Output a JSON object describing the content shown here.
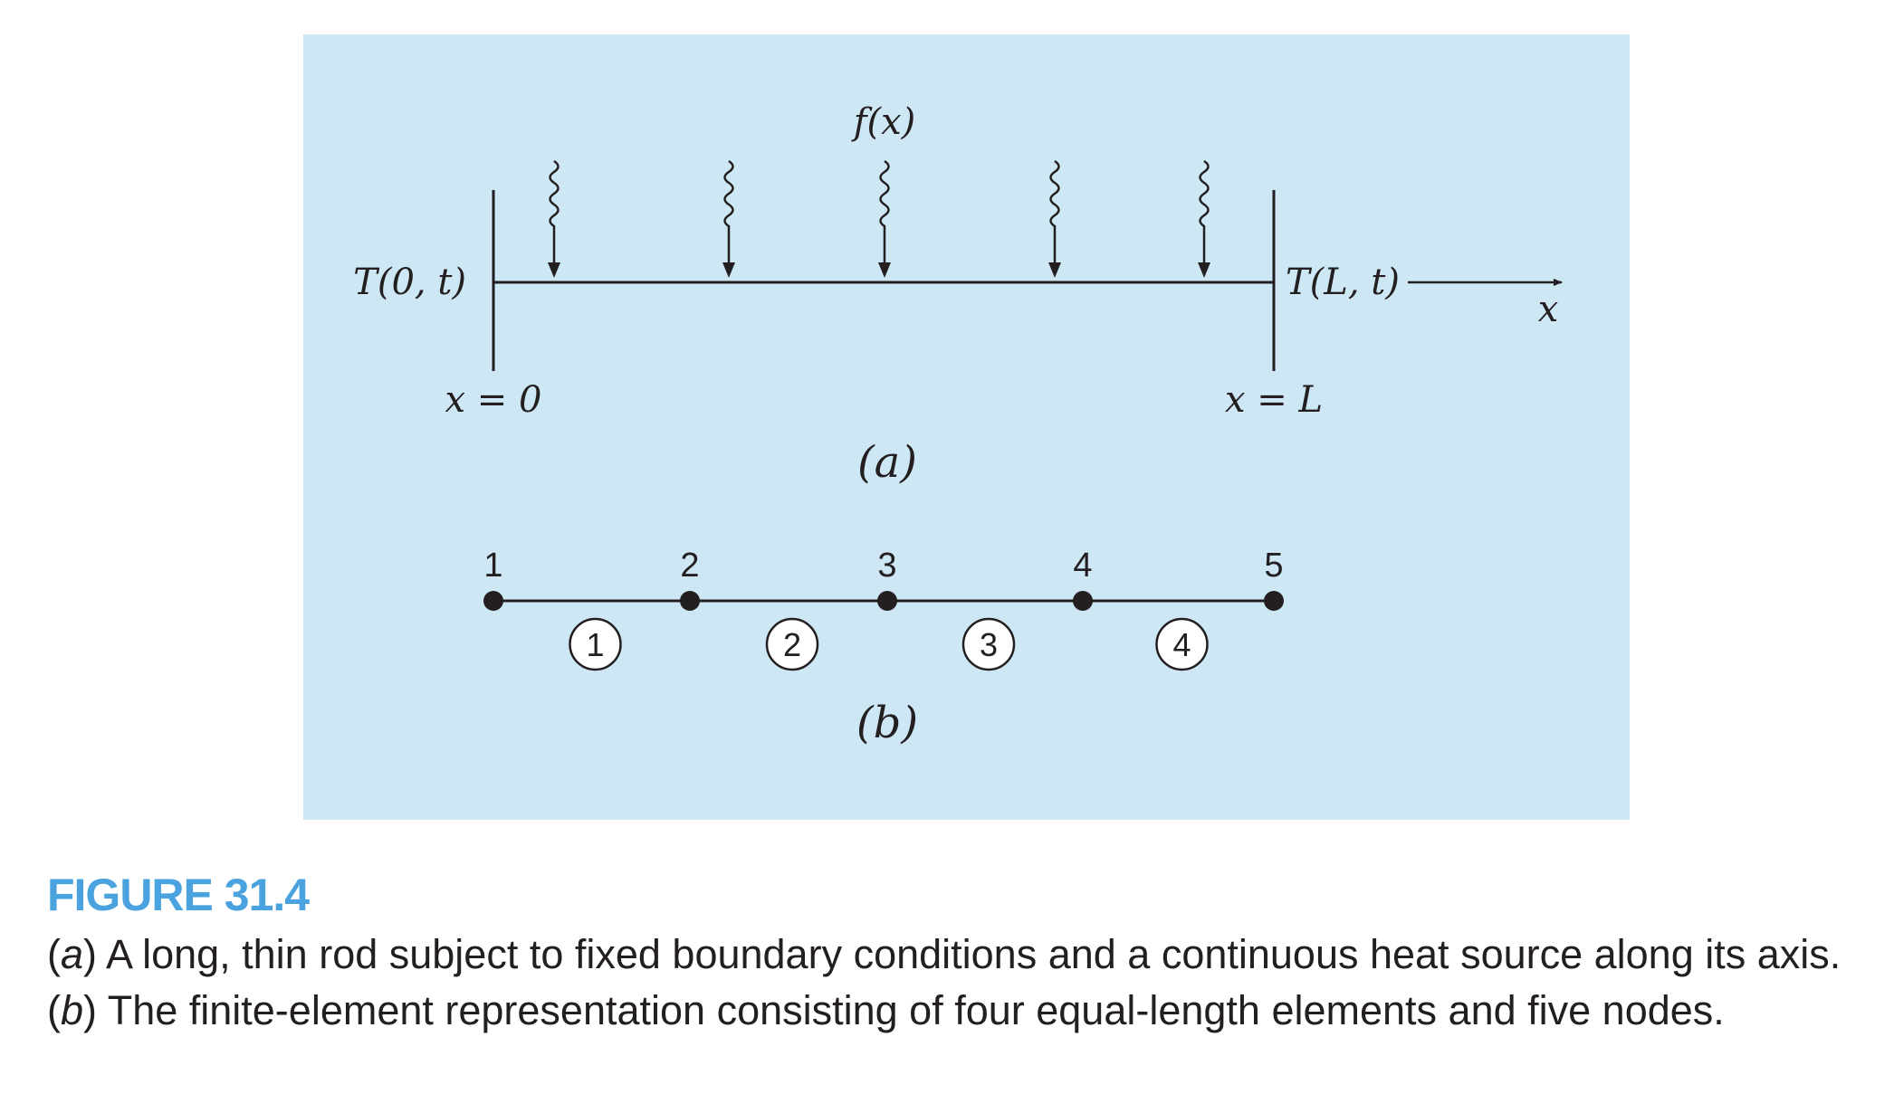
{
  "colors": {
    "panel_background": "#cde7f5",
    "figure_label": "#4aa3df",
    "ink": "#231f20",
    "node_fill": "#231f20",
    "element_circle_fill": "#ffffff"
  },
  "panel_a": {
    "source_label": "f(x)",
    "left_boundary": "T(0, t)",
    "right_boundary": "T(L, t)",
    "axis_label": "x",
    "left_position": "x = 0",
    "right_position": "x = L",
    "sublabel": "(a)",
    "heat_arrow_icon": "wavy-down-arrow-icon"
  },
  "panel_b": {
    "nodes": [
      "1",
      "2",
      "3",
      "4",
      "5"
    ],
    "elements": [
      "1",
      "2",
      "3",
      "4"
    ],
    "sublabel": "(b)"
  },
  "caption": {
    "label": "FIGURE 31.4",
    "part_a_marker": "a",
    "part_a_text": ") A long, thin rod subject to fixed boundary conditions and a continuous heat source along its axis. (",
    "part_b_marker": "b",
    "part_b_text": ") The finite-element representation consisting of four equal-length elements and five nodes."
  }
}
